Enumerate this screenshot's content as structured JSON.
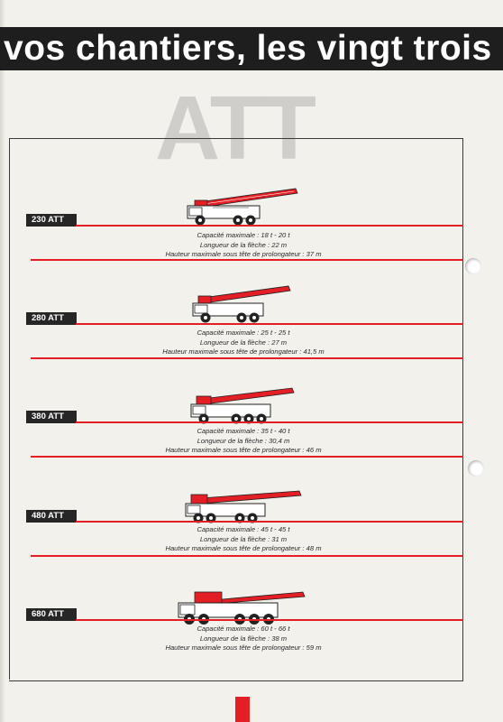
{
  "header": {
    "title": "vos chantiers, les vingt trois m"
  },
  "heading": "ATT",
  "models": [
    {
      "name": "230 ATT",
      "capacity": "Capacité maximale : 18 t - 20 t",
      "boom": "Longueur de la flèche : 22 m",
      "height": "Hauteur maximale sous tête de prolongateur : 37 m"
    },
    {
      "name": "280 ATT",
      "capacity": "Capacité maximale : 25 t - 25 t",
      "boom": "Longueur de la flèche : 27 m",
      "height": "Hauteur maximale sous tête de prolongateur : 41,5 m"
    },
    {
      "name": "380 ATT",
      "capacity": "Capacité maximale : 35 t - 40 t",
      "boom": "Longueur de la flèche : 30,4 m",
      "height": "Hauteur maximale sous tête de prolongateur : 46 m"
    },
    {
      "name": "480 ATT",
      "capacity": "Capacité maximale : 45 t - 45 t",
      "boom": "Longueur de la flèche : 31 m",
      "height": "Hauteur maximale sous tête de prolongateur : 48 m"
    },
    {
      "name": "680 ATT",
      "capacity": "Capacité maximale : 60 t - 66 t",
      "boom": "Longueur de la flèche : 38 m",
      "height": "Hauteur maximale sous tête de prolongateur : 59 m"
    }
  ],
  "colors": {
    "accent_red": "#e31e24",
    "dark": "#1e1e1e",
    "heading_grey": "#cfcecb"
  },
  "icons": [
    "crane-truck-icon"
  ]
}
